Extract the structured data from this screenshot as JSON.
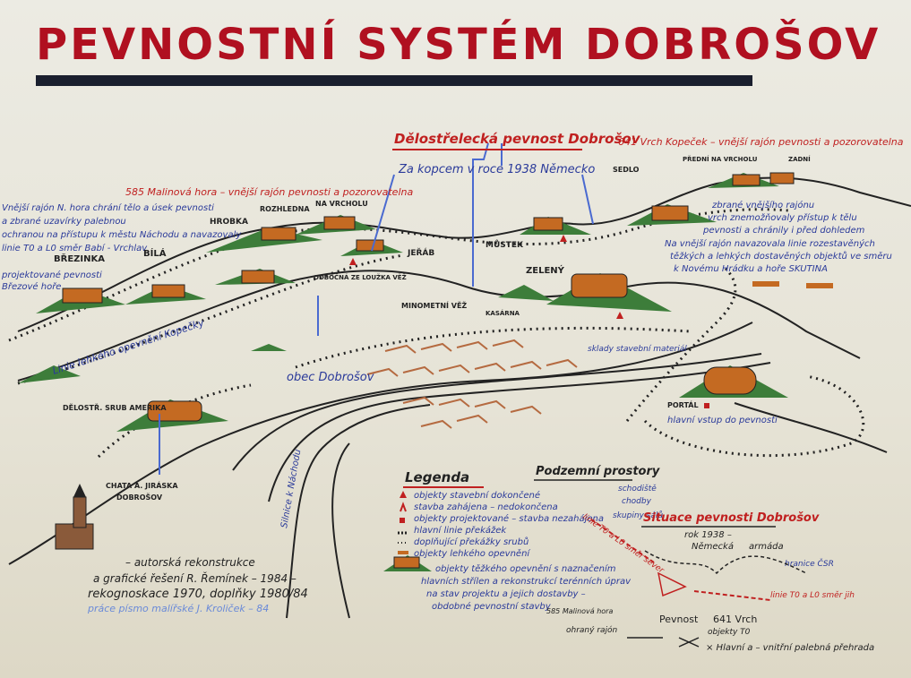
{
  "title": "PEVNOSTNÍ SYSTÉM DOBROŠOV",
  "colors": {
    "title": "#b01020",
    "bar": "#1a1f2e",
    "hill": "#3d7d3a",
    "fort": "#c46a22",
    "red": "#c02020",
    "blue": "#2a3a9a"
  },
  "labels": {
    "main_fort": "Dělostřelecká pevnost Dobrošov",
    "occupied": "Za kopcem v roce 1938 Německo",
    "hill_641": "641 Vrch Kopeček – vnější rajón pevnosti a pozorovatelna",
    "hill_585": "585 Malinová hora – vnější rajón pevnosti a pozorovatelna",
    "left_note_1": "Vnější rajón N. hora chrání tělo a úsek pevnosti",
    "left_note_2": "a zbrané uzavírky palebnou",
    "left_note_3": "ochranou na přístupu k městu Náchodu a navazovaly",
    "left_note_4": "linie T0 a L0 směr Babí - Vrchlav",
    "left_note_5": "projektované pevnosti",
    "left_note_6": "Březové hoře",
    "bridge": "BŘEZINKA",
    "bila": "BÍLÁ",
    "hrobka": "HROBKA",
    "rozhledna": "ROZHLEDNA",
    "na_vrcholu": "NA VRCHOLU",
    "jerab": "JEŘÁB",
    "mustek": "MŮSTEK",
    "zeleny": "ZELENÝ",
    "sedlo": "SEDLO",
    "na_vrcholu_2": "PŘEDNÍ NA VRCHOLU",
    "zadni": "ZADNÍ",
    "ozrrna": "ODBOČNÁ ZE LOUŽKA VĚŽ",
    "minometni": "MINOMETNÍ VĚŽ",
    "kasarna": "KASÁRNA",
    "line_light": "Linie lehkého opevnění Kopečky",
    "obec": "obec Dobrošov",
    "light_line_right": "sklady stavební materiál",
    "delostrelecky": "DĚLOSTŘ. SRUB AMERIKA",
    "chata": "CHATA A. JIRÁSKA",
    "dobrosov": "DOBROŠOV",
    "road": "Silnice k Náchodu",
    "portal": "PORTÁL",
    "hlavni_vstup": "hlavní vstup do pevnosti",
    "right_note_1": "zbrané vnějšího rajónu",
    "right_note_2": "vrch znemožňovaly přístup k tělu",
    "right_note_3": "pevnosti a chránily i před dohledem",
    "right_note_4": "Na vnější rajón navazovala linie rozestavěných",
    "right_note_5": "těžkých a lehkých dostavěných objektů ve směru",
    "right_note_6": "k Novému Hrádku a hoře SKUTINA",
    "author_1": "– autorská rekonstrukce",
    "author_2": "a grafické řešení R. Řemínek – 1984 –",
    "author_3": "rekognoskace 1970, doplňky 1980/84",
    "author_4": "práce písmo malířské J. Kroliček – 84",
    "legend_title": "Legenda",
    "legend_1": "objekty stavební dokončené",
    "legend_2": "stavba zahájena – nedokončena",
    "legend_3": "objekty projektované – stavba nezahájena",
    "legend_4": "hlavní linie překážek",
    "legend_5": "doplňující překážky srubů",
    "legend_6": "objekty lehkého opevnění",
    "legend_7": "objekty těžkého opevnění s naznačením",
    "legend_8": "hlavních střílen a rekonstrukcí terénních úprav",
    "legend_9": "na stav projektu a jejich dostavby –",
    "legend_10": "obdobné pevnostní stavby",
    "underground_title": "Podzemní prostory",
    "underground_1": "schodiště",
    "underground_2": "chodby",
    "underground_3": "skupiny sálů",
    "situation_title": "Situace pevnosti Dobrošov",
    "sit_1": "rok 1938 –",
    "sit_2": "Německá",
    "sit_3": "armáda",
    "sit_4": "hranice ČSR",
    "sit_5": "linie T0 a L0 směr sever",
    "sit_6": "linie T0 a L0 směr jih",
    "sit_7": "585 Malinová hora",
    "sit_8": "Pevnost",
    "sit_9": "641 Vrch",
    "sit_10": "objekty T0",
    "sit_11": "ohraný rajón",
    "sit_12": "× Hlavní a – vnitřní palebná přehrada"
  }
}
